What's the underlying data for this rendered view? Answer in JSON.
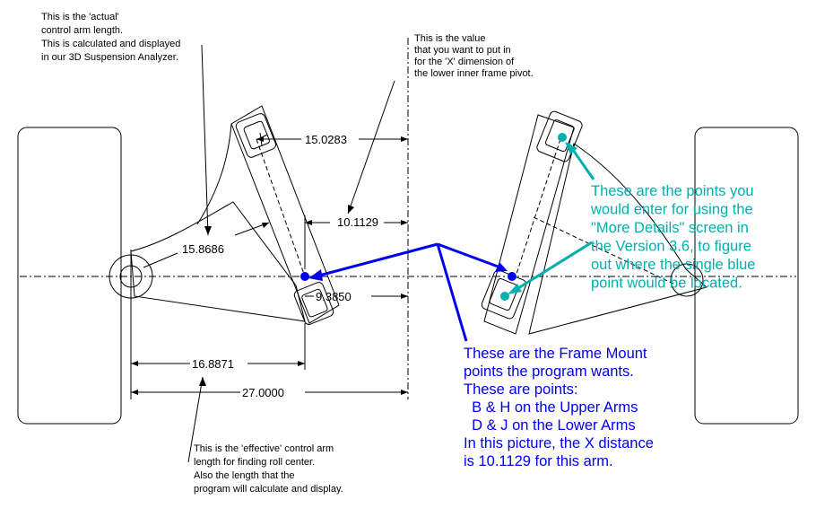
{
  "colors": {
    "line": "#000000",
    "frame_point": "#0000ee",
    "detail_point": "#00b0b0",
    "blue_note": "#0000ee",
    "cyan_note": "#00b0b0"
  },
  "notes": {
    "actual_length": [
      "This is the 'actual'",
      "control arm length.",
      "",
      "This is calculated and displayed",
      "in our 3D Suspension Analyzer."
    ],
    "x_value": [
      "This is the value",
      "that you want to put in",
      "for the 'X' dimension of",
      "the lower inner frame pivot."
    ],
    "effective_length": [
      "This is the 'effective' control arm",
      "length for finding roll center.",
      "",
      "Also the length that the",
      "program will calculate and display."
    ],
    "frame_mount": [
      "These are the Frame Mount",
      "points the program wants.",
      "These are points:",
      "  B & H on the Upper Arms",
      "  D & J on the Lower Arms",
      "In this picture, the X distance",
      "is 10.1129 for this arm."
    ],
    "more_details": [
      "These are the points you",
      "would enter for using the",
      "\"More Details\" screen in",
      "the Version 3.6, to figure",
      "out where the single blue",
      "point would be located."
    ]
  },
  "dimensions": {
    "upper_x": "15.0283",
    "lower_x": "10.1129",
    "actual_length": "15.8686",
    "lower_arm_offset": "9.3850",
    "effective_length": "16.8871",
    "track_half": "27.0000"
  }
}
